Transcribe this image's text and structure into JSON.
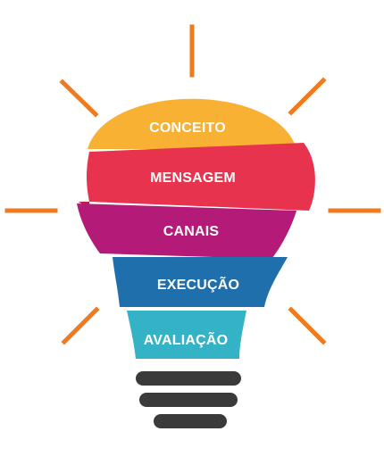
{
  "layers": [
    {
      "label": "CONCEITO",
      "color": "#f8b132",
      "shadow": "#e39a1e"
    },
    {
      "label": "MENSAGEM",
      "color": "#e8334f",
      "shadow": "#c41f3a"
    },
    {
      "label": "CANAIS",
      "color": "#b41a78",
      "shadow": "#8d1160"
    },
    {
      "label": "EXECUÇÃO",
      "color": "#1f6fad",
      "shadow": "#165a91"
    },
    {
      "label": "AVALIAÇÃO",
      "color": "#35b3c6",
      "shadow": "#229aae"
    }
  ],
  "colors": {
    "rays": "#f07a1e",
    "base": "#3a3a3a"
  },
  "icons": [
    "light-ray-icon",
    "bulb-base-icon"
  ]
}
